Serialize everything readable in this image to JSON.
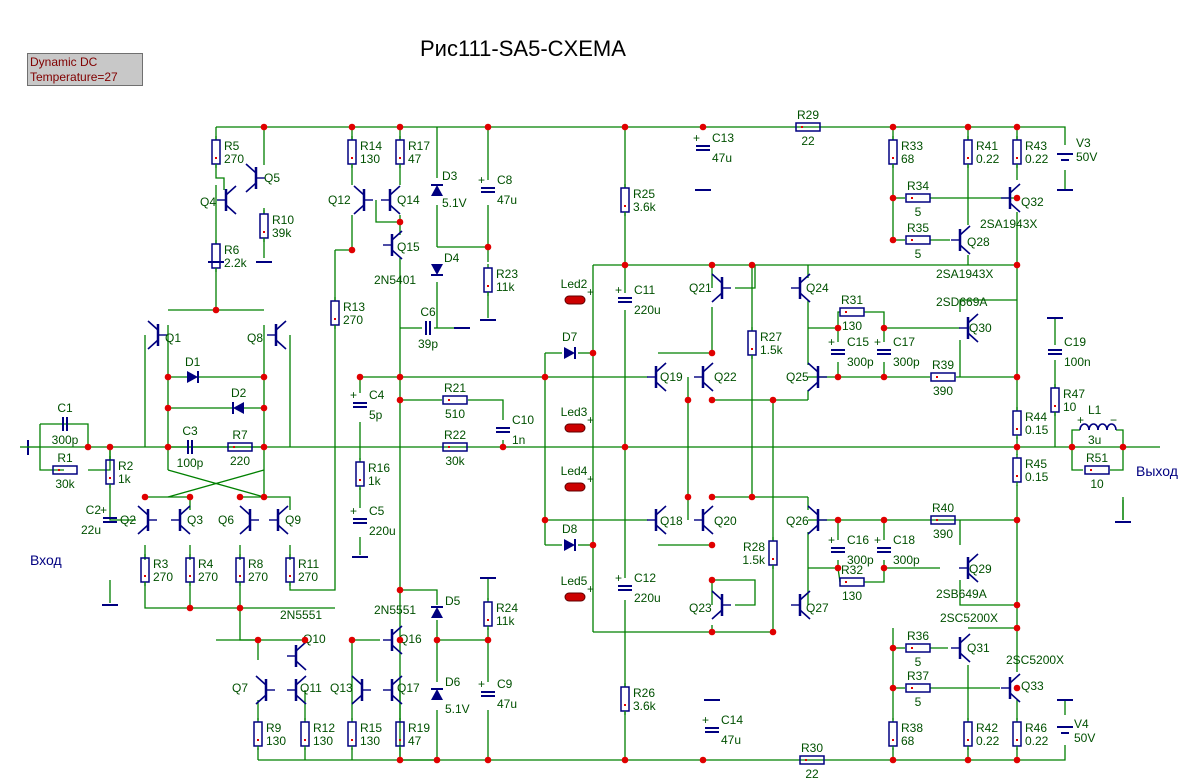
{
  "badge": {
    "line1": "Dynamic DC",
    "line2": "Temperature=27"
  },
  "title": "Рис111-SA5-CXEMA",
  "io": {
    "input": "Вход",
    "output": "Выход"
  },
  "colors": {
    "wire": "#008000",
    "component": "#000080",
    "label": "#005000",
    "node": "#e00000",
    "led": "#cc0000"
  },
  "resistors": [
    {
      "ref": "R5",
      "value": "270"
    },
    {
      "ref": "R10",
      "value": "39k"
    },
    {
      "ref": "R6",
      "value": "2.2k"
    },
    {
      "ref": "R14",
      "value": "130"
    },
    {
      "ref": "R17",
      "value": "47"
    },
    {
      "ref": "R13",
      "value": "270"
    },
    {
      "ref": "R23",
      "value": "11k"
    },
    {
      "ref": "R25",
      "value": "3.6k"
    },
    {
      "ref": "R29",
      "value": "22"
    },
    {
      "ref": "R33",
      "value": "68"
    },
    {
      "ref": "R34",
      "value": "5"
    },
    {
      "ref": "R35",
      "value": "5"
    },
    {
      "ref": "R41",
      "value": "0.22"
    },
    {
      "ref": "R43",
      "value": "0.22"
    },
    {
      "ref": "R27",
      "value": "1.5k"
    },
    {
      "ref": "R31",
      "value": "130"
    },
    {
      "ref": "R39",
      "value": "390"
    },
    {
      "ref": "R47",
      "value": "10"
    },
    {
      "ref": "R44",
      "value": "0.15"
    },
    {
      "ref": "R45",
      "value": "0.15"
    },
    {
      "ref": "R51",
      "value": "10"
    },
    {
      "ref": "R1",
      "value": "30k"
    },
    {
      "ref": "R2",
      "value": "1k"
    },
    {
      "ref": "R7",
      "value": "220"
    },
    {
      "ref": "R21",
      "value": "510"
    },
    {
      "ref": "R22",
      "value": "30k"
    },
    {
      "ref": "R16",
      "value": "1k"
    },
    {
      "ref": "R3",
      "value": "270"
    },
    {
      "ref": "R4",
      "value": "270"
    },
    {
      "ref": "R8",
      "value": "270"
    },
    {
      "ref": "R11",
      "value": "270"
    },
    {
      "ref": "R28",
      "value": "1.5k"
    },
    {
      "ref": "R40",
      "value": "390"
    },
    {
      "ref": "R32",
      "value": "130"
    },
    {
      "ref": "R24",
      "value": "11k"
    },
    {
      "ref": "R36",
      "value": "5"
    },
    {
      "ref": "R37",
      "value": "5"
    },
    {
      "ref": "R9",
      "value": "130"
    },
    {
      "ref": "R12",
      "value": "130"
    },
    {
      "ref": "R15",
      "value": "130"
    },
    {
      "ref": "R19",
      "value": "47"
    },
    {
      "ref": "R26",
      "value": "3.6k"
    },
    {
      "ref": "R30",
      "value": "22"
    },
    {
      "ref": "R38",
      "value": "68"
    },
    {
      "ref": "R42",
      "value": "0.22"
    },
    {
      "ref": "R46",
      "value": "0.22"
    }
  ],
  "capacitors": [
    {
      "ref": "C1",
      "value": "300p"
    },
    {
      "ref": "C2",
      "value": "22u"
    },
    {
      "ref": "C3",
      "value": "100p"
    },
    {
      "ref": "C4",
      "value": "5p"
    },
    {
      "ref": "C5",
      "value": "220u"
    },
    {
      "ref": "C6",
      "value": "39p"
    },
    {
      "ref": "C8",
      "value": "47u"
    },
    {
      "ref": "C9",
      "value": "47u"
    },
    {
      "ref": "C10",
      "value": "1n"
    },
    {
      "ref": "C11",
      "value": "220u"
    },
    {
      "ref": "C12",
      "value": "220u"
    },
    {
      "ref": "C13",
      "value": "47u"
    },
    {
      "ref": "C14",
      "value": "47u"
    },
    {
      "ref": "C15",
      "value": "300p"
    },
    {
      "ref": "C16",
      "value": "300p"
    },
    {
      "ref": "C17",
      "value": "300p"
    },
    {
      "ref": "C18",
      "value": "300p"
    },
    {
      "ref": "C19",
      "value": "100n"
    }
  ],
  "diodes": [
    {
      "ref": "D1"
    },
    {
      "ref": "D2"
    },
    {
      "ref": "D3",
      "value": "5.1V"
    },
    {
      "ref": "D4"
    },
    {
      "ref": "D5"
    },
    {
      "ref": "D6",
      "value": "5.1V"
    },
    {
      "ref": "D7"
    },
    {
      "ref": "D8"
    }
  ],
  "leds": [
    "Led2",
    "Led3",
    "Led4",
    "Led5"
  ],
  "transistors": [
    {
      "ref": "Q1"
    },
    {
      "ref": "Q2"
    },
    {
      "ref": "Q3"
    },
    {
      "ref": "Q4"
    },
    {
      "ref": "Q5"
    },
    {
      "ref": "Q6"
    },
    {
      "ref": "Q7"
    },
    {
      "ref": "Q8"
    },
    {
      "ref": "Q9"
    },
    {
      "ref": "Q10",
      "part": "2N5551"
    },
    {
      "ref": "Q11"
    },
    {
      "ref": "Q12"
    },
    {
      "ref": "Q13"
    },
    {
      "ref": "Q14"
    },
    {
      "ref": "Q15",
      "part": "2N5401"
    },
    {
      "ref": "Q16",
      "part": "2N5551"
    },
    {
      "ref": "Q17"
    },
    {
      "ref": "Q18"
    },
    {
      "ref": "Q19"
    },
    {
      "ref": "Q20"
    },
    {
      "ref": "Q21"
    },
    {
      "ref": "Q22"
    },
    {
      "ref": "Q23"
    },
    {
      "ref": "Q24"
    },
    {
      "ref": "Q25"
    },
    {
      "ref": "Q26"
    },
    {
      "ref": "Q27"
    },
    {
      "ref": "Q28",
      "part": "2SA1943X"
    },
    {
      "ref": "Q29",
      "part": "2SB649A"
    },
    {
      "ref": "Q30",
      "part": "2SD669A"
    },
    {
      "ref": "Q31",
      "part": "2SC5200X"
    },
    {
      "ref": "Q32",
      "part": "2SA1943X"
    },
    {
      "ref": "Q33",
      "part": "2SC5200X"
    }
  ],
  "inductor": {
    "ref": "L1",
    "value": "3u"
  },
  "sources": [
    {
      "ref": "V3",
      "value": "50V"
    },
    {
      "ref": "V4",
      "value": "50V"
    }
  ]
}
